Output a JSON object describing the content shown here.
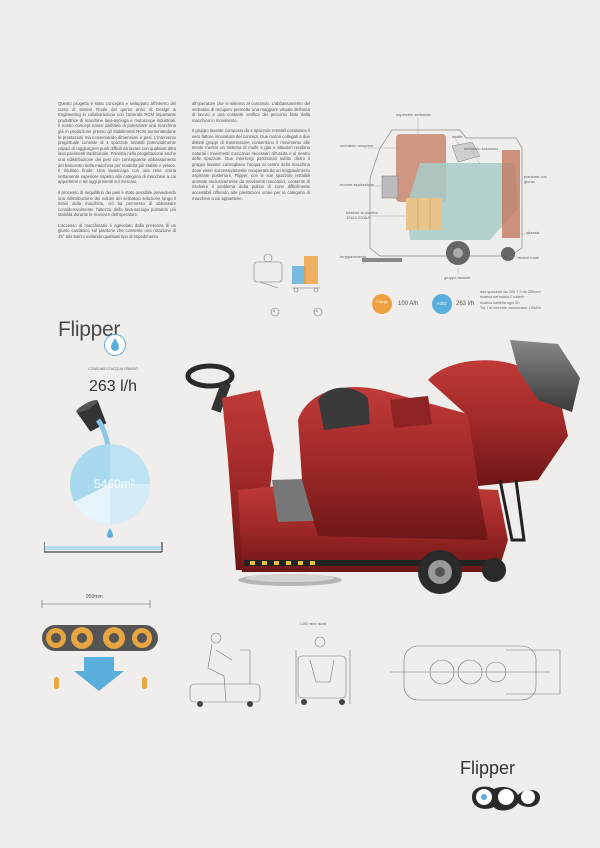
{
  "text": {
    "col1": [
      "Questo progetto è stato concepito e sviluppato all'interno del corso di Sintesi Finale del quinto anno di Design & Engineering in collaborazione con l'azienda RCM importante produttrice di macchine lava-asciuga e motoscope industriali. Il nostro concept nasce dall'idea di potenziare una macchina già in produzione presso gli stabilimenti RCM aumentandone le prestazioni ma conservando dimensioni e pesi. L'intervento progettuale consiste di 4 spazzole retrattili potenzialmente capaci di raggiungere punti difficili da lavare con qualsiasi altra lava pavimenti tradizionale. Prevista nella progettazione anche una ridistribuzione dei pesi con conseguente abbassamento del baricentro della macchina per renderla più stabile e veloce. Il risultato finale: Una lavasciuga con una resa oraria nettamente superiore rispetto alla categoria di macchine a cui appartiene e ad oggi presenti sul mercato.",
      "Il processo di riequilibrio dei pesi è stato possibile prevedendo una ridistribuzione dei volumi del serbatoio soluzione lungo il telaio della macchina, ciò ha permesso di abbassare considerevolmente l'altezza della lava-asciuga portando più stabilità durante le manovre dell'operatore.",
      "L'accesso al macchinario è agevolato dalla presenza di un giunto cardanico sul piantone che consente una rotazione di 45° allo sterzo evitando qualsiasi tipo di impedimento"
    ],
    "col2": [
      "all'operatore che si sistema al comando. L'abbassamento del serbatoio di recupero permette una maggiore visuale dell'area di lavoro e una costante verifica del percorso fatto dalla macchina in movimento.",
      "Il gruppo lavante composto da 4 spazzole retrattili costituisce il vero fattore innovatore del concept. Due motori collegati a due distinti gruppi di trasmissione consentono il movimento alle setole mentre un sistema di molle a gas e attuatori rendono naturali i movimenti meccanici necessari all'uscita e al rientro delle spazzole. Due mini-tergi posizionati subito dietro il gruppo lavante convogliano l'acqua al centro della macchina dove viene successivamente recuperata da un tergipavimento aspirante posteriore. Flipper, con le sue spazzole retraibili animate esclusivamente da movimenti meccanici, consente di risolvere il problema della pulizia di zone difficilmente accessibili offrendo alte prestazioni orarie per la categoria di macchine a cui appartiene."
    ]
  },
  "diagram": {
    "labels": {
      "coperchio": "coperchio serbatoio",
      "recupero": "serbatoio recupero",
      "sedile": "sedile",
      "soluzione": "serbatoio soluzione",
      "motore": "motore aspirazione",
      "piantone": "piantone con giunto",
      "batterie": "batterie al piombo 12x24 200A/h",
      "chassis": "chassis",
      "tergi": "tergipavimento",
      "gruppo": "gruppo lavante",
      "motori": "motori ruote"
    }
  },
  "sketches": {
    "a": "a",
    "b": "b"
  },
  "stats": {
    "energy_value": "100 A/h",
    "water_value": "263 l/h",
    "energy_icon": "Energy",
    "water_icon": "H2O"
  },
  "specs": [
    "due spazzole da 300 + 2 da 250mm",
    "ricarica serbatoio 2 volte/h",
    "ricarica batterie ogni 2h",
    "Tot. l di corrente consumata: 100A/h"
  ],
  "brand": {
    "name": "Flipper",
    "consumption_label": "CONSUMO D'ACQUA ORARIO",
    "consumption_value": "263 l/h",
    "area_value": "5460m²",
    "width_value": "950mm",
    "drawing_label": "1.000 minor nuclei"
  },
  "colors": {
    "machine_red": "#a02828",
    "accent_blue": "#5aaedc",
    "accent_orange": "#f0a040",
    "diagram_teal": "#a8cdc9",
    "diagram_tan": "#e8c48a",
    "diagram_rust": "#c4785e",
    "brush_yellow": "#e8a640"
  }
}
